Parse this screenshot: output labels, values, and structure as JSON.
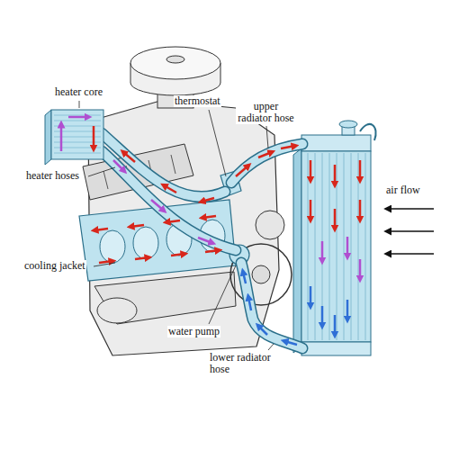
{
  "diagram": {
    "labels": [
      "heater core",
      "thermostat",
      "upper radiator hose",
      "heater hoses",
      "air flow",
      "cooling jacket",
      "water pump",
      "lower radiator hose"
    ]
  }
}
